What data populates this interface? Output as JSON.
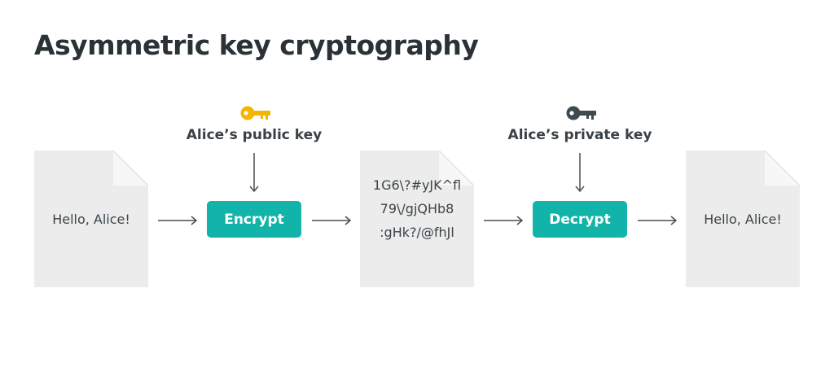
{
  "title": "Asymmetric key cryptography",
  "plaintext_input": "Hello, Alice!",
  "encrypt": {
    "key_label": "Alice’s public key",
    "button_label": "Encrypt",
    "key_color": "#f5b400"
  },
  "ciphertext": {
    "lines": [
      "1G6\\?#yJK^fl",
      "79\\/gjQHb8",
      ":gHk?/@fhJl"
    ]
  },
  "decrypt": {
    "key_label": "Alice’s private key",
    "button_label": "Decrypt",
    "key_color": "#3f4a50"
  },
  "plaintext_output": "Hello, Alice!",
  "colors": {
    "accent": "#12b3a8",
    "document_fill": "#ececec",
    "document_fold": "#f7f7f7",
    "arrow": "#4a4f52"
  }
}
